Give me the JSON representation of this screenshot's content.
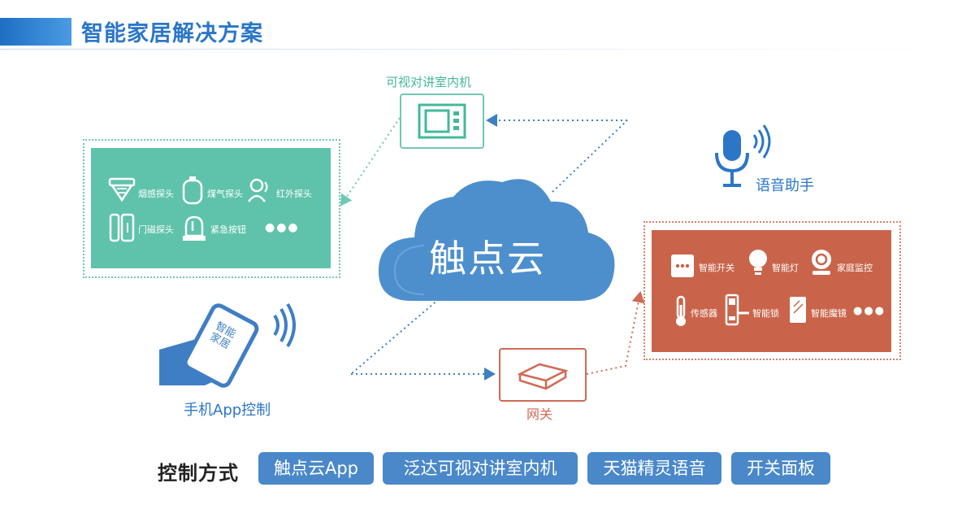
{
  "header": {
    "title": "智能家居解决方案"
  },
  "intercom": {
    "label": "可视对讲室内机"
  },
  "cloud": {
    "label": "触点云"
  },
  "voice": {
    "label": "语音助手"
  },
  "phone": {
    "label": "手机App控制",
    "screen_text": "智能家居"
  },
  "gateway": {
    "label": "网关"
  },
  "sensors": {
    "items": [
      {
        "label": "烟感探头",
        "icon": "smoke-detector-icon"
      },
      {
        "label": "煤气探头",
        "icon": "gas-cylinder-icon"
      },
      {
        "label": "红外探头",
        "icon": "infrared-sensor-icon"
      },
      {
        "label": "门磁探头",
        "icon": "door-magnet-icon"
      },
      {
        "label": "紧急按钮",
        "icon": "emergency-alarm-icon"
      }
    ],
    "more": "●●●"
  },
  "devices": {
    "items": [
      {
        "label": "智能开关",
        "icon": "smart-switch-icon"
      },
      {
        "label": "智能灯",
        "icon": "smart-bulb-icon"
      },
      {
        "label": "家庭监控",
        "icon": "camera-icon"
      },
      {
        "label": "传感器",
        "icon": "thermometer-icon"
      },
      {
        "label": "智能锁",
        "icon": "smart-lock-icon"
      },
      {
        "label": "智能魔镜",
        "icon": "smart-mirror-icon"
      }
    ],
    "more": "●●●"
  },
  "control": {
    "label": "控制方式",
    "methods": [
      "触点云App",
      "泛达可视对讲室内机",
      "天猫精灵语音",
      "开关面板"
    ]
  },
  "colors": {
    "brand_blue": "#2b76c7",
    "pill_blue": "#4a88c9",
    "cloud_blue": "#4d8fcd",
    "sensor_green": "#5fc3ab",
    "device_red": "#c9644a",
    "gateway_red": "#d06a55"
  }
}
